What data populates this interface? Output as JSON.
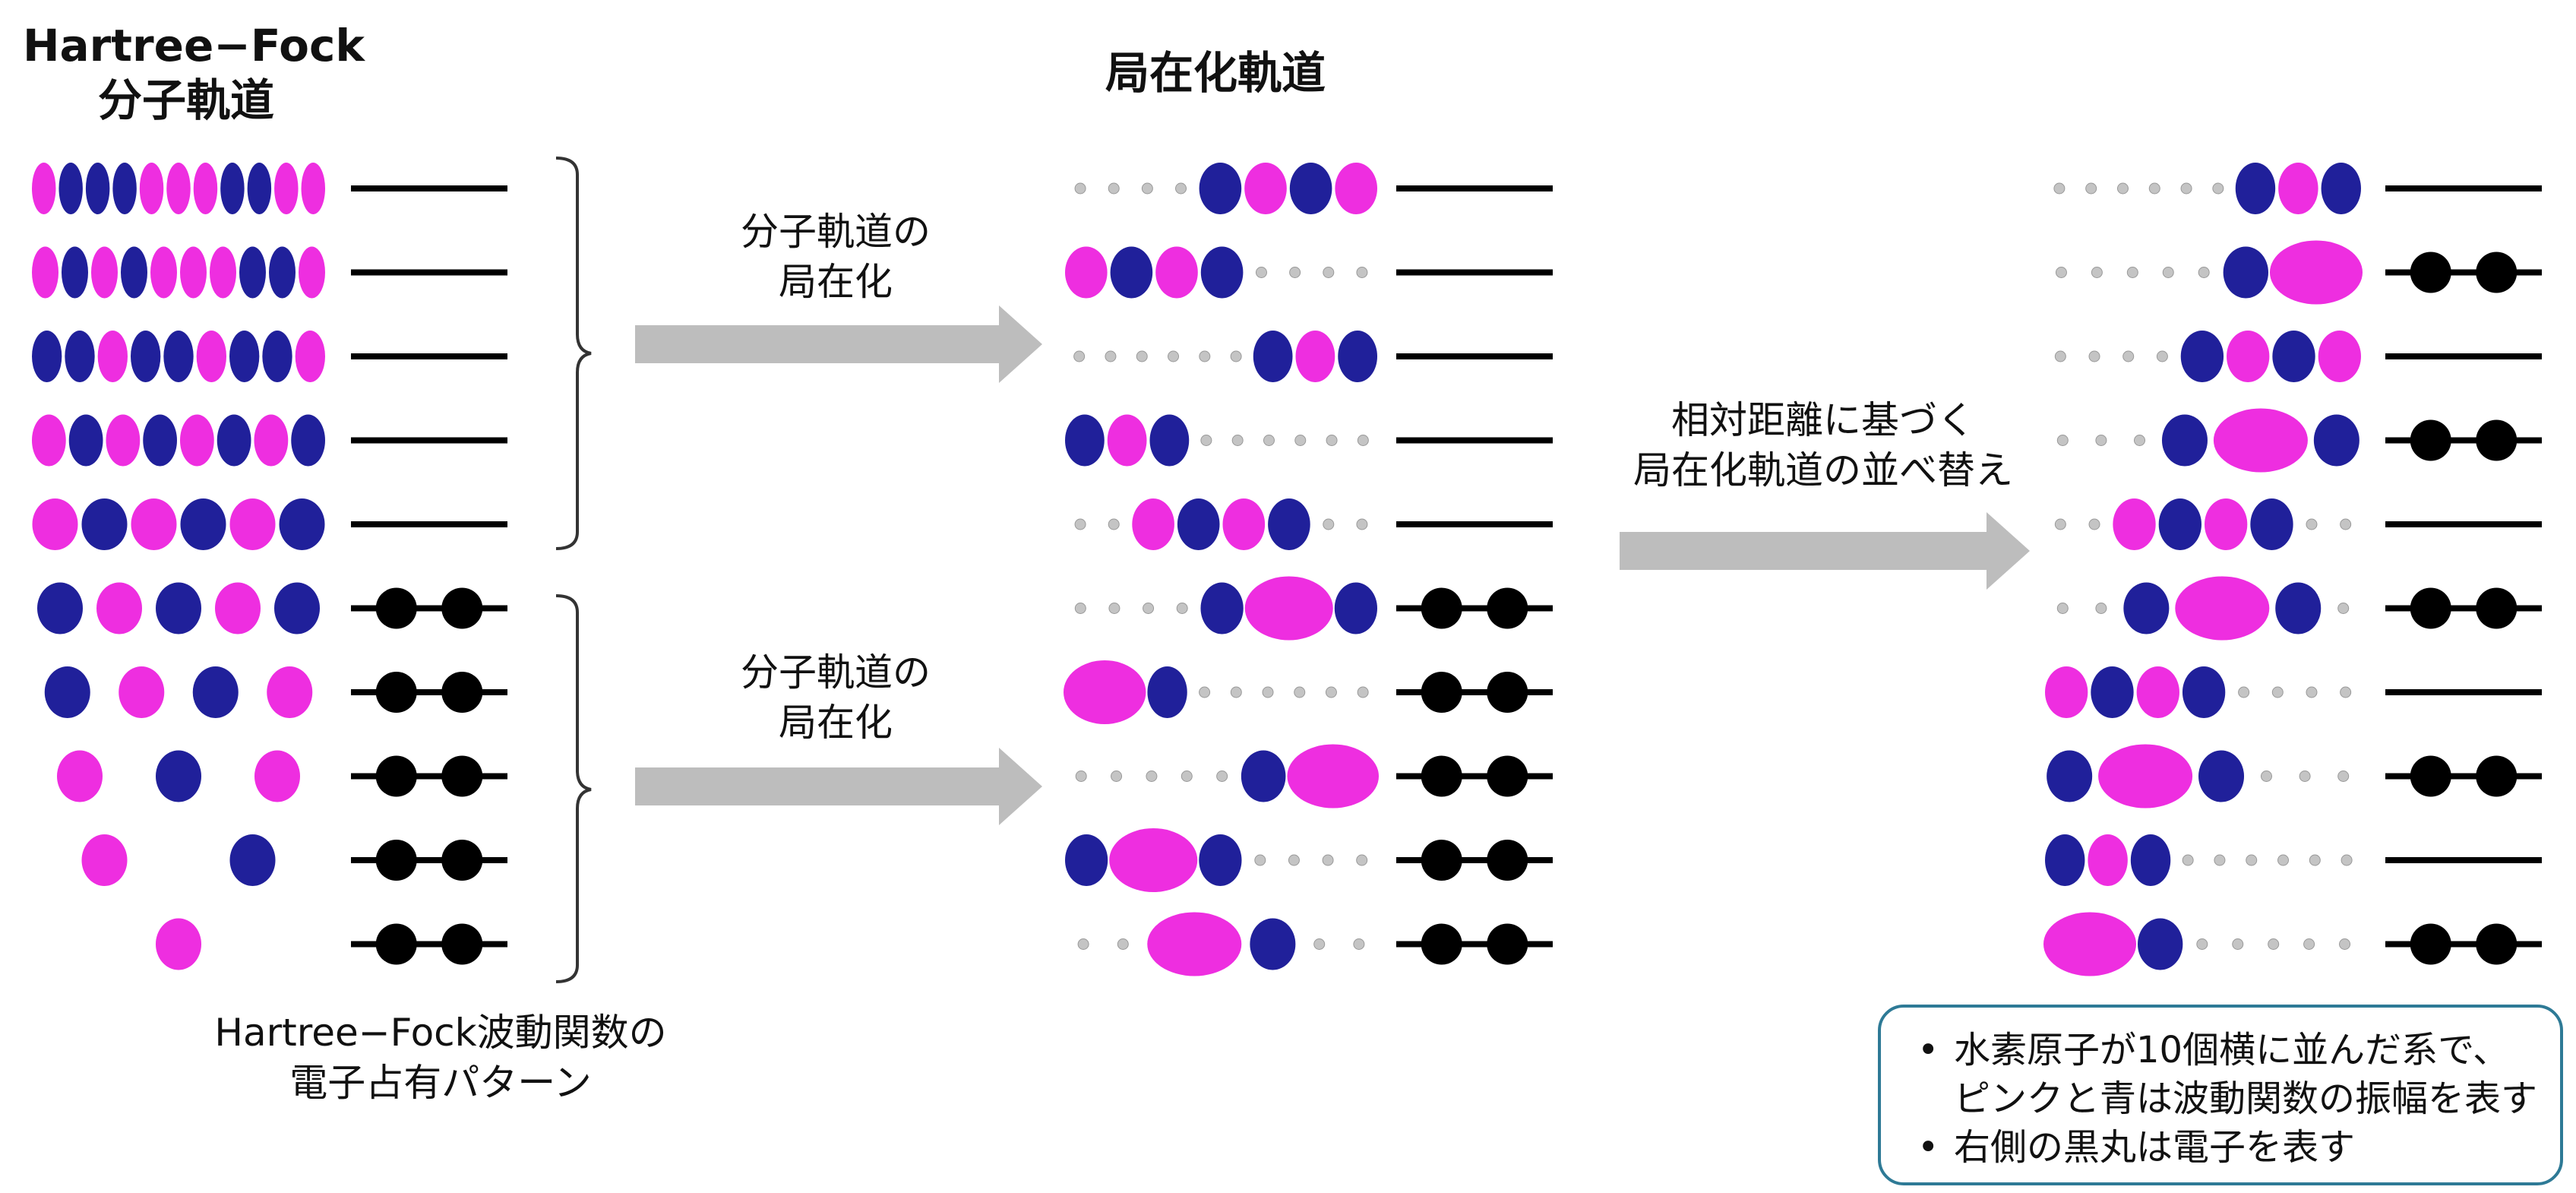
{
  "titles": {
    "hf_line1": "Hartree−Fock",
    "hf_line2": "分子軌道",
    "localized": "局在化軌道"
  },
  "arrows": {
    "localize_1_line1": "分子軌道の",
    "localize_1_line2": "局在化",
    "localize_2_line1": "分子軌道の",
    "localize_2_line2": "局在化",
    "reorder_line1": "相対距離に基づく",
    "reorder_line2": "局在化軌道の並べ替え"
  },
  "occupation_caption": {
    "line1": "Hartree−Fock波動関数の",
    "line2": "電子占有パターン"
  },
  "note": {
    "item1_line1": "水素原子が10個横に並んだ系で、",
    "item1_line2": "ピンクと青は波動関数の振幅を表す",
    "item2": "右側の黒丸は電子を表す"
  },
  "colors": {
    "pink": "#ee2ee0",
    "blue": "#20209a",
    "atom": "#c4c4c4",
    "arrow": "#bdbdbd",
    "line": "#000000",
    "note_border": "#2e7a96"
  },
  "columns": {
    "hartree_fock": {
      "occupied": [
        false,
        false,
        false,
        false,
        false,
        true,
        true,
        true,
        true,
        true
      ],
      "orbitals": [
        "p b b b p p p b b p p",
        "p b p b p p p b b p",
        "b b p b b p b b p",
        "p b p b p b p b",
        "p b p b p b",
        "b p b p b",
        "b p b p",
        "p b p",
        "p b",
        "p"
      ]
    },
    "localized": {
      "occupied": [
        false,
        false,
        false,
        false,
        false,
        true,
        true,
        true,
        true,
        true
      ],
      "orbitals": [
        "a a a a b p b p",
        "p b p b a a a a",
        "a a a a a a b p b",
        "b p b a a a a a a",
        "a a p b p b a a",
        "a a a a b P b",
        "P b a a a a a a",
        "a a a a a b P",
        "b P b a a a a",
        "a a P b a a"
      ]
    },
    "reordered": {
      "occupied": [
        false,
        true,
        false,
        true,
        false,
        true,
        false,
        true,
        false,
        true
      ],
      "orbitals": [
        "a a a a a a b p b",
        "a a a a a b P",
        "a a a a b p b p",
        "a a a b P b",
        "a a p b p b a a",
        "a a b P b a",
        "p b p b a a a a",
        "b P b a a a",
        "b p b a a a a a a",
        "P b a a a a a"
      ]
    }
  }
}
